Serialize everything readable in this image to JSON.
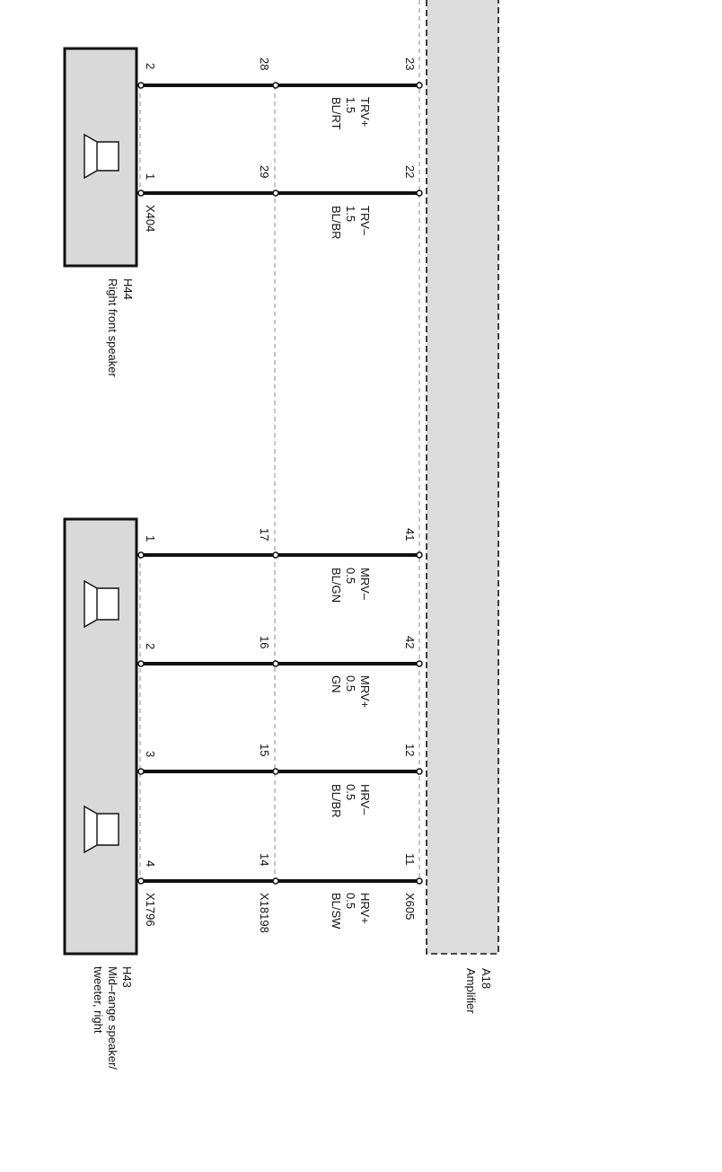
{
  "amplifier": {
    "id": "A18",
    "name": "Amplifier",
    "connector": "X605"
  },
  "speakers": [
    {
      "id": "H44",
      "name": "Right front speaker",
      "connector": "X404",
      "pins": [
        "2",
        "1"
      ]
    },
    {
      "id": "H43",
      "name": "Mid–range speaker/ tweeter, right",
      "name_lines": [
        "Mid–range speaker/",
        "tweeter, right"
      ],
      "connector": "X1796",
      "pins": [
        "1",
        "2",
        "3",
        "4"
      ]
    }
  ],
  "inline_connector": "X18198",
  "wires": [
    {
      "signal": "TRV+",
      "gauge": "1.5",
      "color": "BL/RT",
      "amp_pin": "23",
      "inline_pin": "28",
      "speaker_pin": "2"
    },
    {
      "signal": "TRV–",
      "gauge": "1.5",
      "color": "BL/BR",
      "amp_pin": "22",
      "inline_pin": "29",
      "speaker_pin": "1"
    },
    {
      "signal": "MRV–",
      "gauge": "0.5",
      "color": "BL/GN",
      "amp_pin": "41",
      "inline_pin": "17",
      "speaker_pin": "1"
    },
    {
      "signal": "MRV+",
      "gauge": "0.5",
      "color": "GN",
      "amp_pin": "42",
      "inline_pin": "16",
      "speaker_pin": "2"
    },
    {
      "signal": "HRV–",
      "gauge": "0.5",
      "color": "BL/BR",
      "amp_pin": "12",
      "inline_pin": "15",
      "speaker_pin": "3"
    },
    {
      "signal": "HRV+",
      "gauge": "0.5",
      "color": "BL/SW",
      "amp_pin": "11",
      "inline_pin": "14",
      "speaker_pin": "4"
    }
  ]
}
